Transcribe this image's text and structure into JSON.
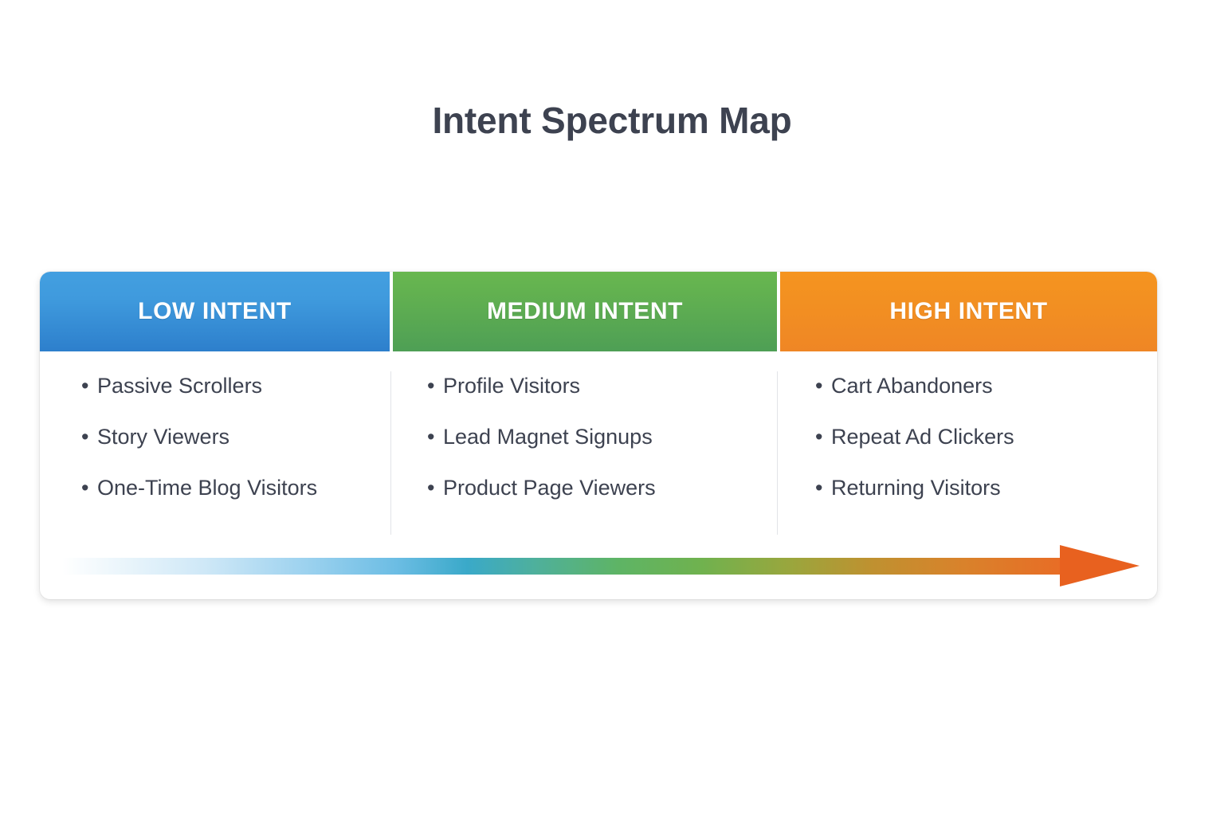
{
  "title": "Intent Spectrum Map",
  "card": {
    "columns": [
      {
        "id": "low",
        "header": "LOW INTENT",
        "color": "#3f9adc",
        "items": [
          "Passive Scrollers",
          "Story Viewers",
          "One-Time Blog Visitors"
        ]
      },
      {
        "id": "medium",
        "header": "MEDIUM INTENT",
        "color": "#5cae51",
        "items": [
          "Profile Visitors",
          "Lead Magnet Signups",
          "Product Page Viewers"
        ]
      },
      {
        "id": "high",
        "header": "HIGH INTENT",
        "color": "#f28f22",
        "items": [
          "Cart Abandoners",
          "Repeat Ad Clickers",
          "Returning Visitors"
        ]
      }
    ],
    "bullet_glyph": "•",
    "arrow": {
      "name": "intent-progression-arrow",
      "direction": "left-to-right",
      "gradient_stops": [
        "#ffffff",
        "#cfe8f7",
        "#7fc4e8",
        "#3aa9c9",
        "#4fb09a",
        "#63b457",
        "#86b047",
        "#b29a33",
        "#d9822b",
        "#ea6a25"
      ],
      "head_color": "#e8611f"
    }
  }
}
